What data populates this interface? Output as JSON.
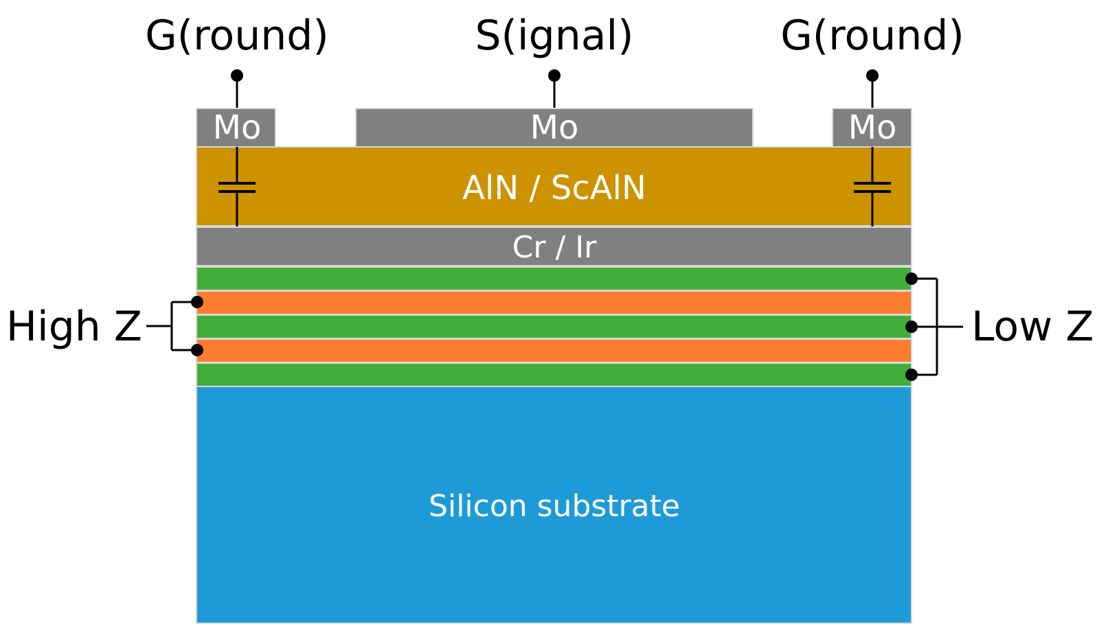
{
  "terminals": {
    "left": "G(round)",
    "center": "S(ignal)",
    "right": "G(round)"
  },
  "electrodes": {
    "left": "Mo",
    "center": "Mo",
    "right": "Mo"
  },
  "layers": {
    "piezo": "AlN / ScAlN",
    "bottom_electrode": "Cr / Ir",
    "substrate": "Silicon substrate"
  },
  "reflector": {
    "high_z_label": "High Z",
    "low_z_label": "Low Z"
  },
  "colors": {
    "electrode": "#808080",
    "piezo": "#cc9200",
    "bottom_electrode": "#808080",
    "low_z": "#43ad3c",
    "high_z": "#fd7d30",
    "substrate": "#1e9bd7"
  }
}
